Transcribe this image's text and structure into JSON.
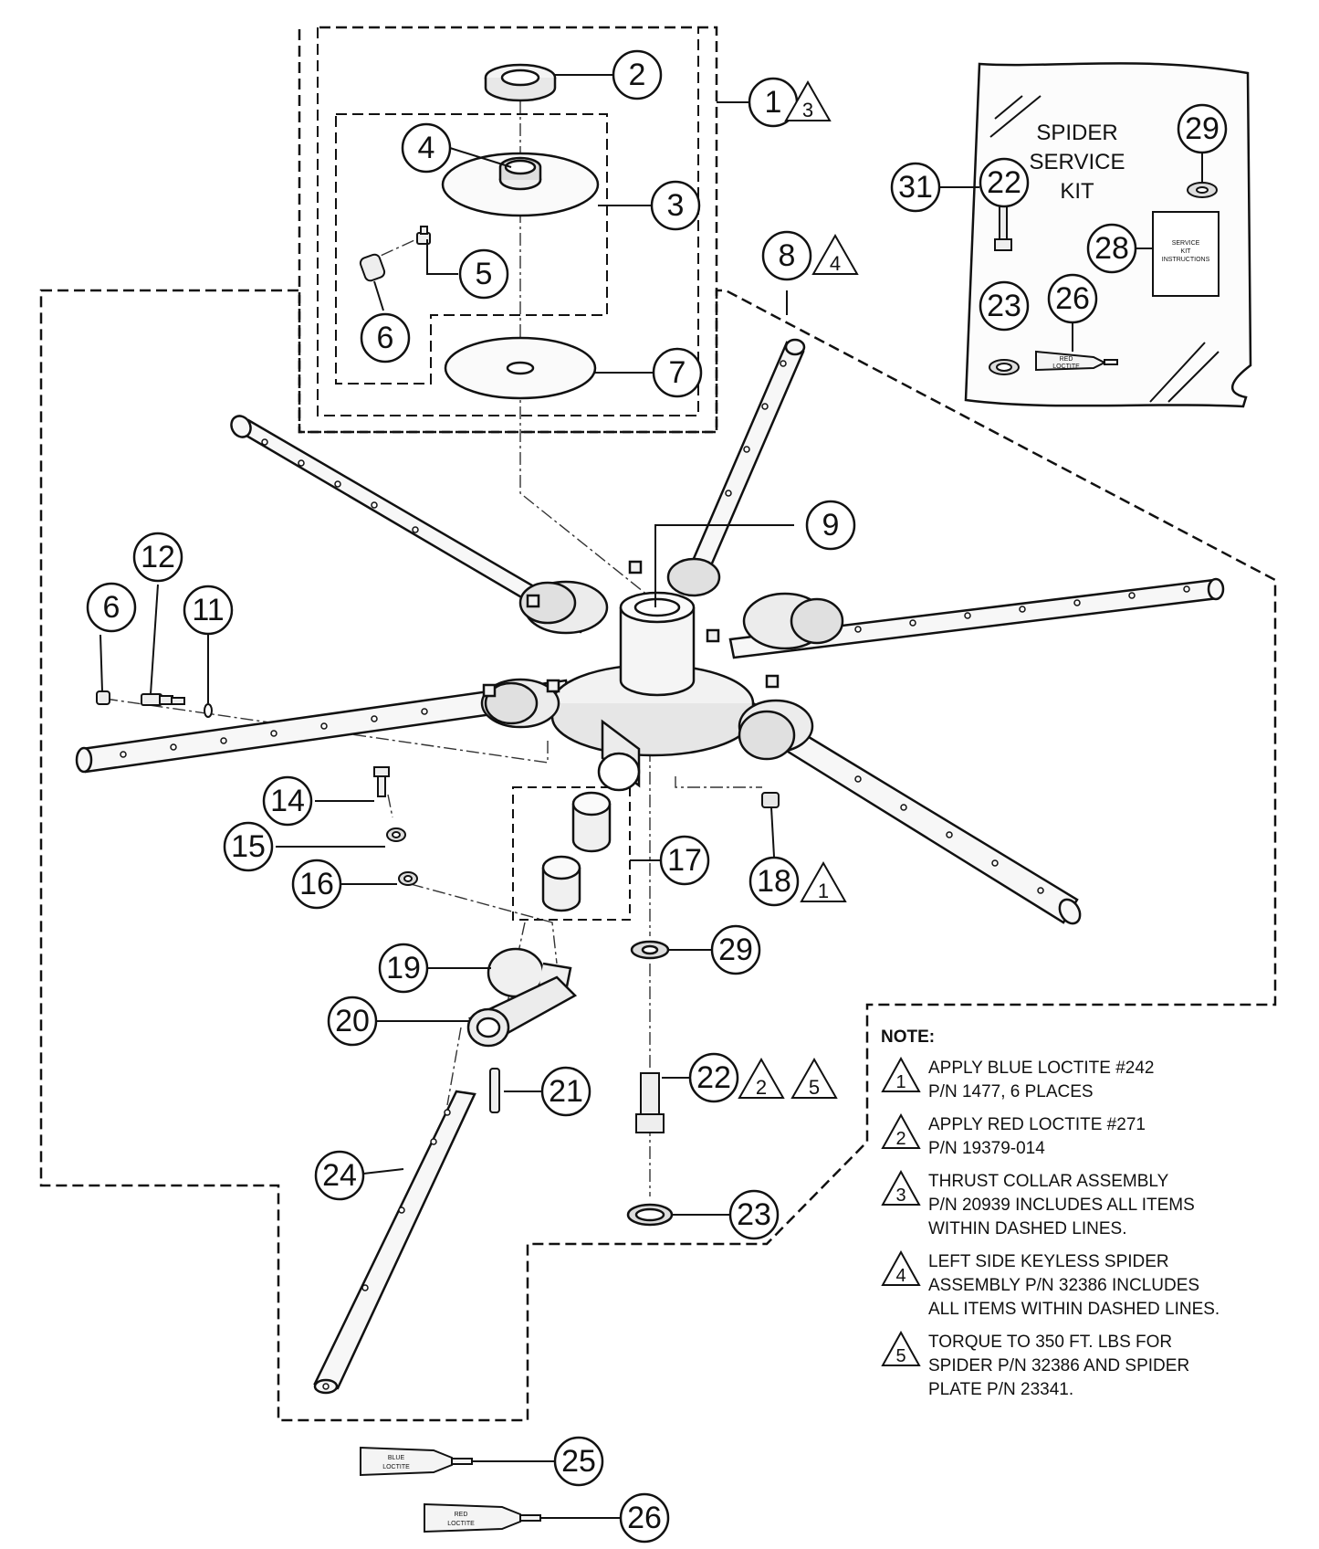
{
  "callouts": {
    "c1": "1",
    "c2": "2",
    "c3": "3",
    "c4": "4",
    "c5": "5",
    "c6": "6",
    "c7": "7",
    "c8": "8",
    "c9": "9",
    "c6b": "6",
    "c11": "11",
    "c12": "12",
    "c14": "14",
    "c15": "15",
    "c16": "16",
    "c17": "17",
    "c18": "18",
    "c19": "19",
    "c20": "20",
    "c21": "21",
    "c22": "22",
    "c23": "23",
    "c24": "24",
    "c25": "25",
    "c26": "26",
    "c29": "29",
    "kit_c22": "22",
    "kit_c23": "23",
    "kit_c26": "26",
    "kit_c28": "28",
    "kit_c29": "29",
    "kit_c31": "31"
  },
  "flags": {
    "f1": "3",
    "f8": "4",
    "f18": "1",
    "f22a": "2",
    "f22b": "5"
  },
  "kit": {
    "title_line1": "SPIDER",
    "title_line2": "SERVICE",
    "title_line3": "KIT",
    "instructions_line1": "SERVICE",
    "instructions_line2": "KIT",
    "instructions_line3": "INSTRUCTIONS",
    "tube_line1": "RED",
    "tube_line2": "LOCTITE"
  },
  "tubes": {
    "blue_line1": "BLUE",
    "blue_line2": "LOCTITE",
    "red_line1": "RED",
    "red_line2": "LOCTITE"
  },
  "notes": {
    "title": "NOTE:",
    "items": [
      {
        "flag": "1",
        "text": "APPLY BLUE LOCTITE #242\nP/N 1477, 6 PLACES"
      },
      {
        "flag": "2",
        "text": "APPLY RED LOCTITE #271\nP/N 19379-014"
      },
      {
        "flag": "3",
        "text": "THRUST COLLAR ASSEMBLY\nP/N 20939 INCLUDES ALL ITEMS\nWITHIN DASHED LINES."
      },
      {
        "flag": "4",
        "text": "LEFT SIDE KEYLESS SPIDER\nASSEMBLY P/N 32386 INCLUDES\nALL ITEMS WITHIN DASHED LINES."
      },
      {
        "flag": "5",
        "text": "TORQUE TO 350 FT. LBS FOR\nSPIDER P/N 32386 AND SPIDER\nPLATE P/N 23341."
      }
    ]
  }
}
